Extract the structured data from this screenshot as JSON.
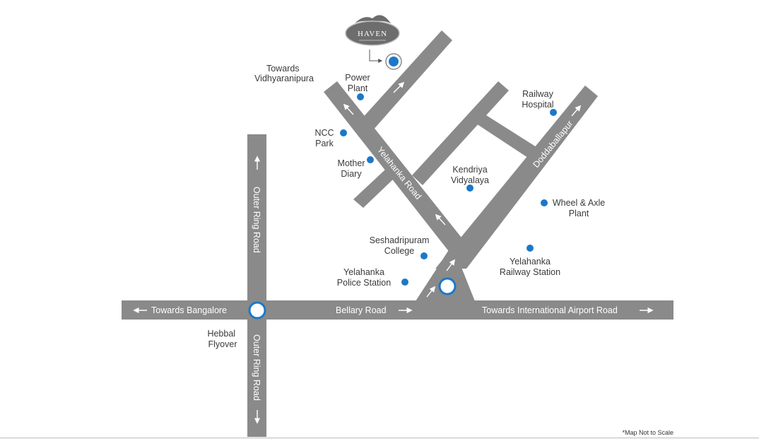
{
  "colors": {
    "road": "#8a8a8a",
    "road_label": "#ffffff",
    "landmark_dot": "#1b78c8",
    "label_text": "#3a3a3a",
    "junction_ring": "#1b78c8"
  },
  "logo": {
    "text": "HAVEN",
    "icon": "ornament-icon"
  },
  "road_labels": {
    "outer_ring_top": "Outer Ring Road",
    "outer_ring_bottom": "Outer Ring Road",
    "bellary": "Bellary Road",
    "towards_bangalore": "Towards Bangalore",
    "towards_airport": "Towards International Airport Road",
    "yelahanka_road": "Yelahanka Road",
    "doddaballapur": "Doddaballapur"
  },
  "places": {
    "towards_vidhyaranipura": [
      "Towards",
      "Vidhyaranipura"
    ],
    "hebbal_flyover": [
      "Hebbal",
      "Flyover"
    ]
  },
  "landmarks": [
    {
      "id": "power-plant",
      "lines": [
        "Power",
        "Plant"
      ]
    },
    {
      "id": "ncc-park",
      "lines": [
        "NCC",
        "Park"
      ]
    },
    {
      "id": "mother-diary",
      "lines": [
        "Mother",
        "Diary"
      ]
    },
    {
      "id": "railway-hospital",
      "lines": [
        "Railway",
        "Hospital"
      ]
    },
    {
      "id": "kendriya-vidyalaya",
      "lines": [
        "Kendriya",
        "Vidyalaya"
      ]
    },
    {
      "id": "wheel-axle-plant",
      "lines": [
        "Wheel & Axle",
        "Plant"
      ]
    },
    {
      "id": "seshadripuram-college",
      "lines": [
        "Seshadripuram",
        "College"
      ]
    },
    {
      "id": "yelahanka-police-station",
      "lines": [
        "Yelahanka",
        "Police Station"
      ]
    },
    {
      "id": "yelahanka-railway-station",
      "lines": [
        "Yelahanka",
        "Railway Station"
      ]
    }
  ],
  "footnote": "*Map Not to Scale"
}
